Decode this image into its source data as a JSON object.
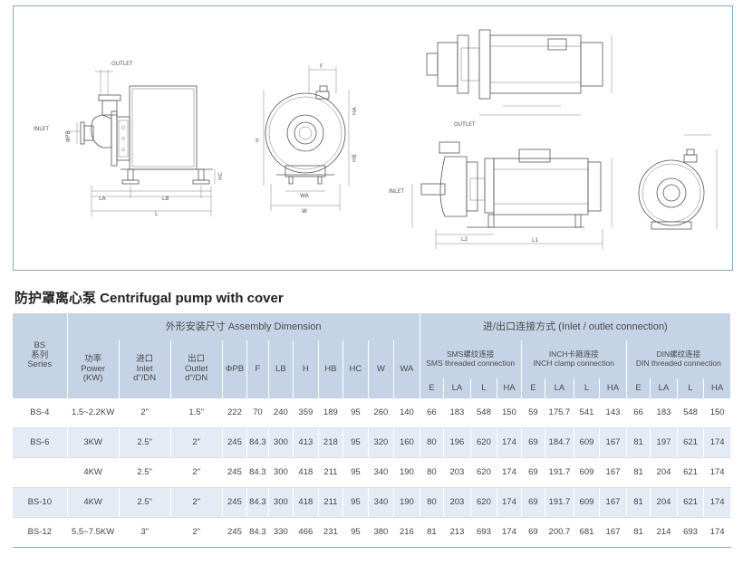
{
  "drawing_labels": {
    "outlet": "OUTLET",
    "inlet": "INLET",
    "phi_pb": "ΦPB",
    "l": "L",
    "la": "LA",
    "lb": "LB",
    "hc": "HC",
    "f": "F",
    "h": "H",
    "ha": "HA",
    "hb": "HB",
    "wa": "WA",
    "w": "W",
    "l1": "L1",
    "l2": "L2",
    "outlet2": "OUTLET",
    "inlet2": "INLET"
  },
  "section_title": "防护罩离心泵 Centrifugal pump with cover",
  "table": {
    "series_header": "BS\n系列\nSeries",
    "assembly_header": "外形安装尺寸 Assembly Dimension",
    "connection_header": "进/出口连接方式 (Inlet / outlet connection)",
    "power_header": "功率\nPower\n(KW)",
    "inlet_header": "进口\nInlet\nd\"/DN",
    "outlet_header": "出口\nOutlet\nd\"/DN",
    "dim_headers": [
      "ΦPB",
      "F",
      "LB",
      "H",
      "HB",
      "HC",
      "W",
      "WA"
    ],
    "sms_header": "SMS螺纹连接\nSMS threaded connection",
    "inch_header": "INCH卡箍连接\nINCH clamp connection",
    "din_header": "DIN螺纹连接\nDIN threaded connection",
    "conn_sub": [
      "E",
      "LA",
      "L",
      "HA",
      "E",
      "LA",
      "L",
      "HA",
      "E",
      "LA",
      "L",
      "HA"
    ],
    "rows": [
      {
        "series": "BS-4",
        "power": "1.5~2.2KW",
        "inlet": "2\"",
        "outlet": "1.5\"",
        "dims": [
          "222",
          "70",
          "240",
          "359",
          "189",
          "95",
          "260",
          "140"
        ],
        "conn": [
          "66",
          "183",
          "548",
          "150",
          "59",
          "175.7",
          "541",
          "143",
          "66",
          "183",
          "548",
          "150"
        ]
      },
      {
        "series": "BS-6",
        "power": "3KW",
        "inlet": "2.5\"",
        "outlet": "2\"",
        "dims": [
          "245",
          "84.3",
          "300",
          "413",
          "218",
          "95",
          "320",
          "160"
        ],
        "conn": [
          "80",
          "196",
          "620",
          "174",
          "69",
          "184.7",
          "609",
          "167",
          "81",
          "197",
          "621",
          "174"
        ]
      },
      {
        "series": "",
        "power": "4KW",
        "inlet": "2.5\"",
        "outlet": "2\"",
        "dims": [
          "245",
          "84.3",
          "300",
          "418",
          "211",
          "95",
          "340",
          "190"
        ],
        "conn": [
          "80",
          "203",
          "620",
          "174",
          "69",
          "191.7",
          "609",
          "167",
          "81",
          "204",
          "621",
          "174"
        ]
      },
      {
        "series": "BS-10",
        "power": "4KW",
        "inlet": "2.5\"",
        "outlet": "2\"",
        "dims": [
          "245",
          "84.3",
          "300",
          "418",
          "211",
          "95",
          "340",
          "190"
        ],
        "conn": [
          "80",
          "203",
          "620",
          "174",
          "69",
          "191.7",
          "609",
          "167",
          "81",
          "204",
          "621",
          "174"
        ]
      },
      {
        "series": "BS-12",
        "power": "5.5~7.5KW",
        "inlet": "3\"",
        "outlet": "2\"",
        "dims": [
          "245",
          "84.3",
          "330",
          "466",
          "231",
          "95",
          "380",
          "216"
        ],
        "conn": [
          "81",
          "213",
          "693",
          "174",
          "69",
          "200.7",
          "681",
          "167",
          "81",
          "214",
          "693",
          "174"
        ]
      }
    ]
  }
}
